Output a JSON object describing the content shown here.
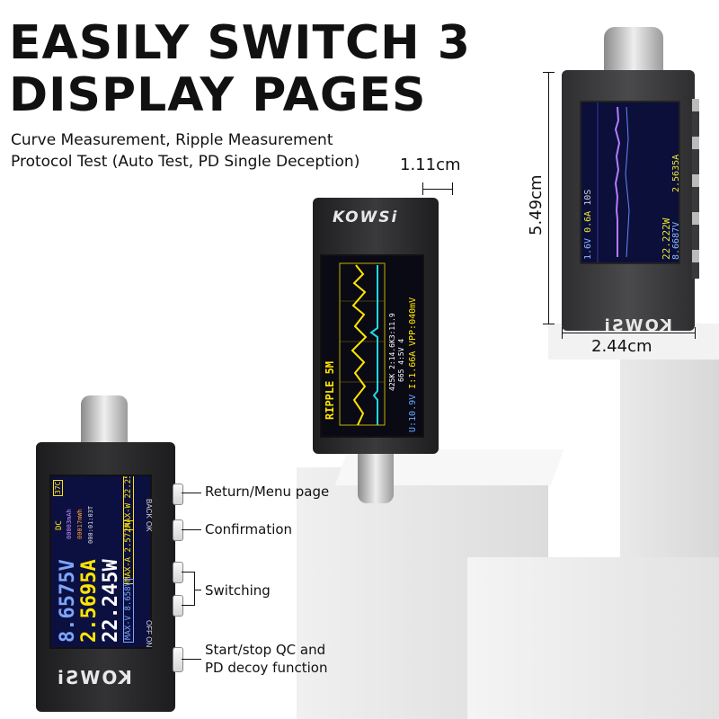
{
  "headline": {
    "line1": "EASILY SWITCH 3",
    "line2": "DISPLAY PAGES"
  },
  "subtitle": {
    "line1": "Curve Measurement, Ripple Measurement",
    "line2": "Protocol Test (Auto Test, PD Single Deception)"
  },
  "dimensions": {
    "depth": "1.11cm",
    "height": "5.49cm",
    "width": "2.44cm"
  },
  "brand": {
    "logo_mirrored": "KOWSi",
    "logo_side": "KOWSi"
  },
  "callouts": [
    {
      "label": "Return/Menu page"
    },
    {
      "label": "Confirmation"
    },
    {
      "label": "Switching"
    },
    {
      "label": "Start/stop QC and",
      "label2": "PD decoy function"
    }
  ],
  "side_buttons": {
    "back": "BACK",
    "ok": "OK",
    "off_on": "OFF ON"
  },
  "screen_curve": {
    "voltage": "8.6687V",
    "current": "2.5635A",
    "power": "22.222W",
    "min_v": "1.6V",
    "min_a": "0.6A",
    "time": "10S"
  },
  "screen_ripple": {
    "title": "RIPPLE 5M",
    "vpp": "VPP:040mV",
    "line1": "425K 2:14.6K3:11.9",
    "line2": "665 4:5V 4",
    "u": "U:10.9V",
    "i": "I:1.66A"
  },
  "screen_main": {
    "mode": "DC",
    "capacity": "00003mAh",
    "energy": "00017mWh",
    "timer": "000:01:03T",
    "temp": "37C",
    "voltage": "8.6575V",
    "current": "2.5695A",
    "power": "22.245W",
    "max_w_label": "MAX-W",
    "max_w": "22.25W",
    "max_a_label": "MAX-A",
    "max_a": "2.572A",
    "max_v_label": "MAX-V",
    "max_v": "8.658V"
  }
}
